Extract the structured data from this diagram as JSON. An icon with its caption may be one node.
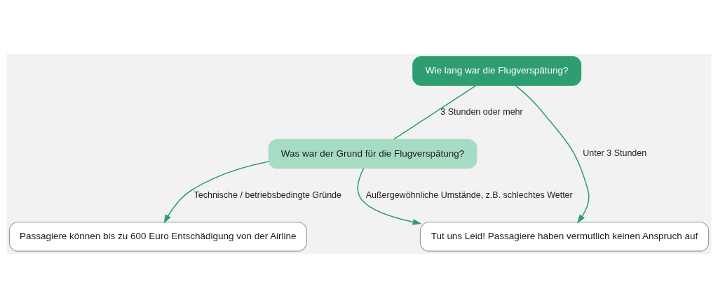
{
  "diagram": {
    "nodes": [
      {
        "text": [
          "Wie lang war die Flugverspätung?"
        ]
      },
      {
        "text": [
          "Was war der Grund für die Flugverspätung?"
        ]
      },
      {
        "text": [
          "Passagiere können bis zu 600 Euro Entschädigung von der Airline"
        ]
      },
      {
        "text": [
          "Tut uns Leid! Passagiere haben vermutlich keinen Anspruch auf"
        ]
      }
    ],
    "edges": [
      {
        "from": 0,
        "to": 1,
        "arrow": "none",
        "label": "3 Stunden oder mehr"
      },
      {
        "from": 0,
        "to": 3,
        "arrow": "to",
        "label": "Unter 3 Stunden"
      },
      {
        "from": 1,
        "to": 3,
        "arrow": "to",
        "label": "Außergewöhnliche Umstände, z.B. schlechtes Wetter"
      },
      {
        "from": 1,
        "to": 2,
        "arrow": "to",
        "label": "Technische / betriebsbedingte Gründe"
      }
    ]
  }
}
